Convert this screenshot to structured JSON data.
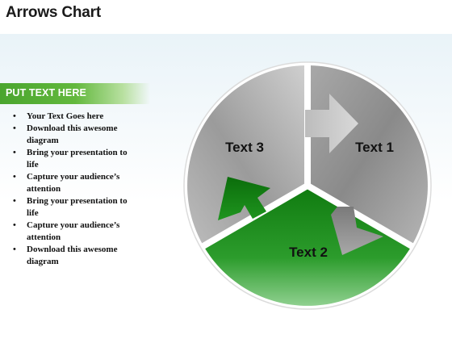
{
  "header": {
    "title": "Arrows Chart"
  },
  "sidebar": {
    "banner": "PUT TEXT HERE",
    "bullets": [
      "Your Text Goes here",
      "Download this awesome diagram",
      "Bring your presentation to life",
      "Capture your audience’s attention",
      "Bring your presentation to life",
      "Capture your audience’s attention",
      "Download this awesome diagram"
    ]
  },
  "diagram": {
    "segments": [
      {
        "label": "Text 1",
        "color": "#8c8c8c"
      },
      {
        "label": "Text 2",
        "color": "#1e8e1e"
      },
      {
        "label": "Text 3",
        "color": "#a6a6a6"
      }
    ]
  }
}
